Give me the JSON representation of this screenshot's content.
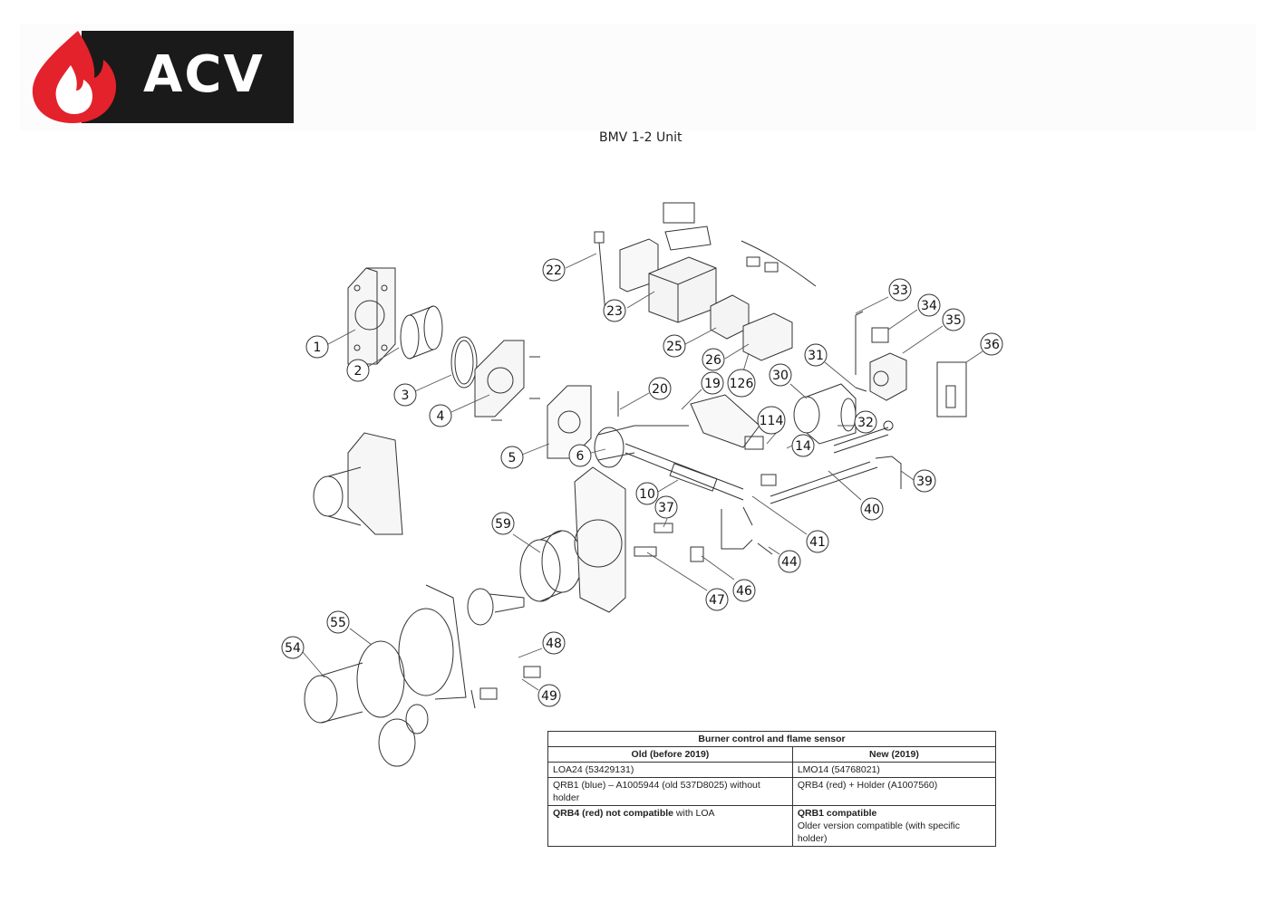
{
  "logo": {
    "text": "ACV",
    "colors": {
      "flame": "#e3222b",
      "box": "#1a1a1a",
      "text": "#ffffff"
    }
  },
  "title": "BMV 1-2 Unit",
  "callouts": [
    "1",
    "2",
    "3",
    "4",
    "5",
    "6",
    "10",
    "14",
    "19",
    "20",
    "22",
    "23",
    "25",
    "26",
    "126",
    "30",
    "31",
    "32",
    "33",
    "34",
    "35",
    "36",
    "37",
    "39",
    "40",
    "41",
    "44",
    "46",
    "47",
    "48",
    "49",
    "54",
    "55",
    "59",
    "114"
  ],
  "table": {
    "caption": "Burner control and flame sensor",
    "headers": [
      "Old  (before 2019)",
      "New (2019)"
    ],
    "rows": [
      {
        "old": "LOA24  (53429131)",
        "new": "LMO14  (54768021)"
      },
      {
        "old": "QRB1 (blue) – A1005944 (old 537D8025)  without holder",
        "new": "QRB4 (red) + Holder (A1007560)"
      },
      {
        "old_bold": "QRB4 (red) not compatible",
        "old_rest": " with LOA",
        "new_bold": "QRB1 compatible",
        "new_rest": "Older version compatible (with specific holder)"
      }
    ]
  }
}
